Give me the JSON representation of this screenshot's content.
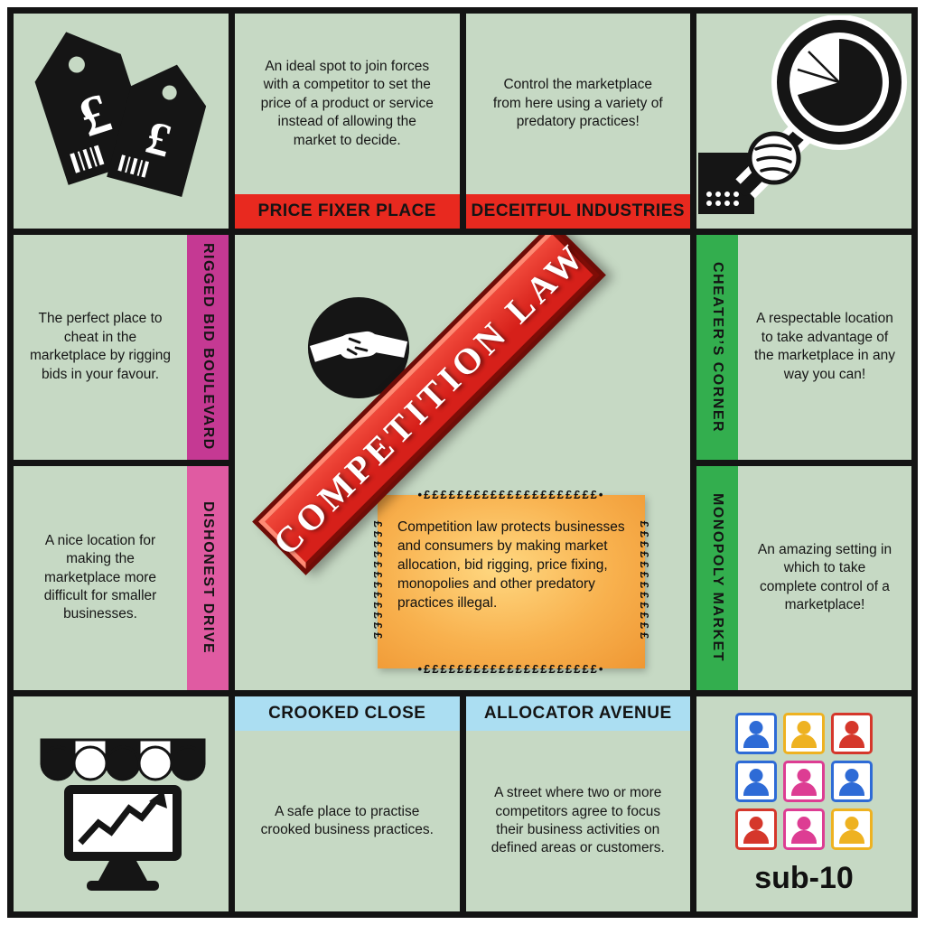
{
  "center": {
    "banner": "COMPETITION LAW",
    "info_text": "Competition law protects businesses and consumers by making market allocation, bid rigging, price fixing, monopolies and other predatory practices illegal.",
    "pound_border_top": "•£££££££££££££££££££££•",
    "pound_border_bottom": "•£££££££££££££££££££££•",
    "pound_border_left": "££££££££££££",
    "pound_border_right": "££££££££££££",
    "handshake_icon": "handshake-icon"
  },
  "spaces": {
    "price_fixer": {
      "label": "PRICE FIXER PLACE",
      "description": "An ideal spot to join forces with a competitor to set the price of a product or service instead of allowing the market to decide."
    },
    "deceitful": {
      "label": "DECEITFUL INDUSTRIES",
      "description": "Control the marketplace from here using a variety of predatory practices!"
    },
    "rigged_bid": {
      "label": "RIGGED BID BOULEVARD",
      "description": "The perfect place to cheat in the marketplace by rigging bids in your favour."
    },
    "dishonest": {
      "label": "DISHONEST DRIVE",
      "description": "A nice location for making the marketplace more difficult for smaller businesses."
    },
    "cheaters": {
      "label": "CHEATER’S CORNER",
      "description": "A respectable location to take advantage of the marketplace in any way you can!"
    },
    "monopoly": {
      "label": "MONOPOLY MARKET",
      "description": "An amazing setting in which to take complete control of a marketplace!"
    },
    "crooked": {
      "label": "CROOKED CLOSE",
      "description": "A safe place to practise crooked business practices."
    },
    "allocator": {
      "label": "ALLOCATOR AVENUE",
      "description": "A street where two or more competitors agree to focus their business activities on defined areas or customers."
    }
  },
  "corners": {
    "top_left": {
      "icon": "price-tags-icon"
    },
    "top_right": {
      "icon": "magnifier-pie-chart-icon"
    },
    "bottom_left": {
      "icon": "market-stall-chart-icon"
    },
    "bottom_right": {
      "icon": "people-grid-icon",
      "label": "sub-10",
      "people_colors": [
        "#2e6bd6",
        "#eeb221",
        "#d5372b",
        "#2e6bd6",
        "#dd3d93",
        "#2e6bd6",
        "#d5372b",
        "#dd3d93",
        "#eeb221"
      ]
    }
  },
  "colors": {
    "board_green": "#c6d9c4",
    "line_black": "#141414",
    "red_banner": "#e8291f",
    "magenta_banner": "#c53993",
    "pink_banner": "#e05ba2",
    "green_banner": "#33ae4e",
    "blue_banner": "#abdef2",
    "ribbon_red": "#d6201a",
    "box_gold": "#ffd881",
    "box_orange": "#ef9733"
  }
}
